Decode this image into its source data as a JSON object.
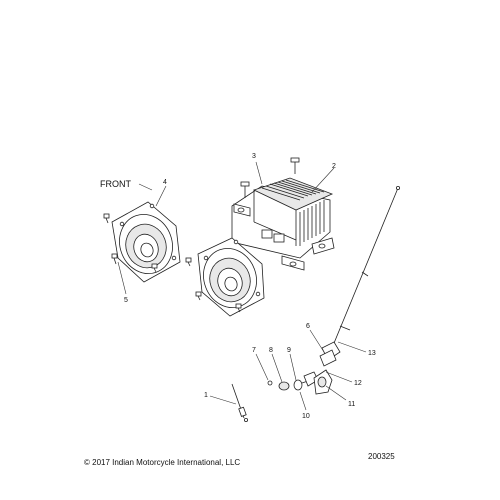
{
  "diagram": {
    "front_label": "FRONT",
    "callouts": [
      "1",
      "2",
      "3",
      "4",
      "5",
      "6",
      "7",
      "8",
      "9",
      "10",
      "11",
      "12",
      "13"
    ]
  },
  "footer": {
    "copyright": "© 2017 Indian Motorcycle International, LLC",
    "drawing_number": "200325"
  }
}
